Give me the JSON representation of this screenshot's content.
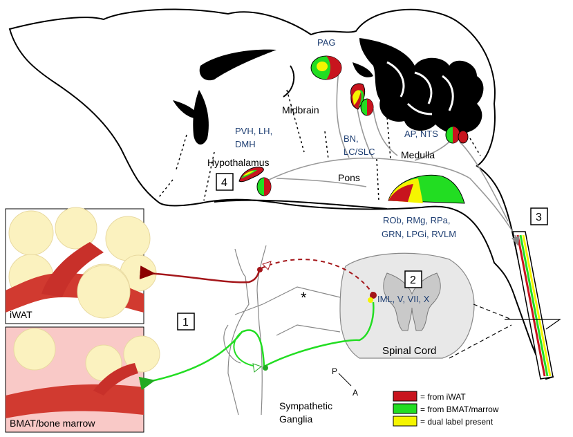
{
  "brain_labels": {
    "pag": "PAG",
    "midbrain": "Midbrain",
    "hypo_nuclei_1": "PVH, LH,",
    "hypo_nuclei_2": "DMH",
    "hypothalamus": "Hypothalamus",
    "bn_1": "BN,",
    "bn_2": "LC/SLC",
    "ap_nts": "AP, NTS",
    "medulla": "Medulla",
    "pons": "Pons",
    "rvlm_1": "ROb, RMg, RPa,",
    "rvlm_2": "GRN, LPGi, RVLM"
  },
  "box_numbers": {
    "one": "1",
    "two": "2",
    "three": "3",
    "four": "4"
  },
  "panels": {
    "top_label": "iWAT",
    "bottom_label": "BMAT/bone marrow"
  },
  "spinal": {
    "iml": "IML, V, VII, X",
    "cord_label": "Spinal Cord",
    "asterisk": "*",
    "axis_p": "P",
    "axis_a": "A",
    "ganglia_1": "Sympathetic",
    "ganglia_2": "Ganglia"
  },
  "legend": [
    {
      "label": "= from iWAT",
      "color": "#c8141e"
    },
    {
      "label": "= from BMAT/marrow",
      "color": "#22dd22"
    },
    {
      "label": "= dual label present",
      "color": "#f5f500"
    }
  ],
  "colors": {
    "red": "#c8141e",
    "green": "#22dd22",
    "yellow": "#f5f500",
    "label_blue": "#1f3f73"
  }
}
